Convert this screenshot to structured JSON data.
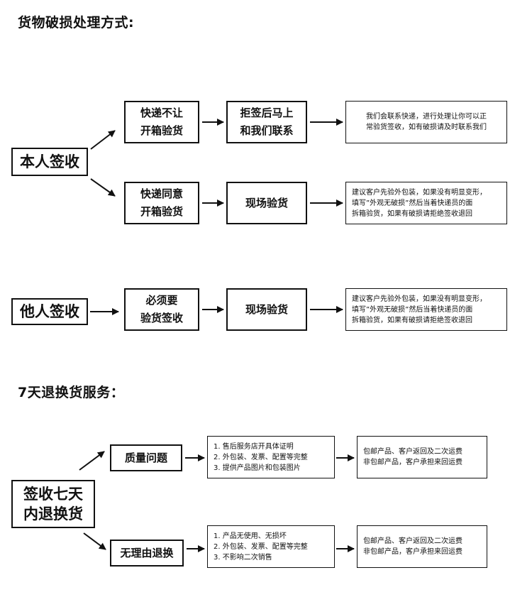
{
  "section1": {
    "title": "货物破损处理方式:",
    "self_sign": "本人签收",
    "branch_no_open": {
      "step1": [
        "快递不让",
        "开箱验货"
      ],
      "step2": [
        "拒签后马上",
        "和我们联系"
      ],
      "note": [
        "我们会联系快递，进行处理让你可以正",
        "常验货签收，如有破损请及时联系我们"
      ]
    },
    "branch_open": {
      "step1": [
        "快递同意",
        "开箱验货"
      ],
      "step2": "现场验货",
      "note": [
        "建议客户先验外包装，如果没有明显变形，",
        "填写”外观无破损”然后当着快递员的面",
        "拆箱验货，如果有破损请拒绝签收退回"
      ]
    },
    "other_sign": "他人签收",
    "branch_other": {
      "step1": [
        "必须要",
        "验货签收"
      ],
      "step2": "现场验货",
      "note": [
        "建议客户先验外包装，如果没有明显变形，",
        "填写”外观无破损”然后当着快递员的面",
        "拆箱验货，如果有破损请拒绝签收退回"
      ]
    }
  },
  "section2": {
    "title": "7天退换货服务：",
    "main": [
      "签收七天",
      "内退换货"
    ],
    "quality": {
      "label": "质量问题",
      "conditions": [
        "1. 售后服务店开具体证明",
        "2. 外包装、发票、配置等完整",
        "3. 提供产品图片和包装图片"
      ],
      "result": [
        "包邮产品、客户返回及二次运费",
        "非包邮产品，客户承担来回运费"
      ]
    },
    "no_reason": {
      "label": "无理由退换",
      "conditions": [
        "1. 产品无使用、无损坏",
        "2. 外包装、发票、配置等完整",
        "3. 不影响二次销售"
      ],
      "result": [
        "包邮产品、客户返回及二次运费",
        "非包邮产品，客户承担来回运费"
      ]
    }
  }
}
